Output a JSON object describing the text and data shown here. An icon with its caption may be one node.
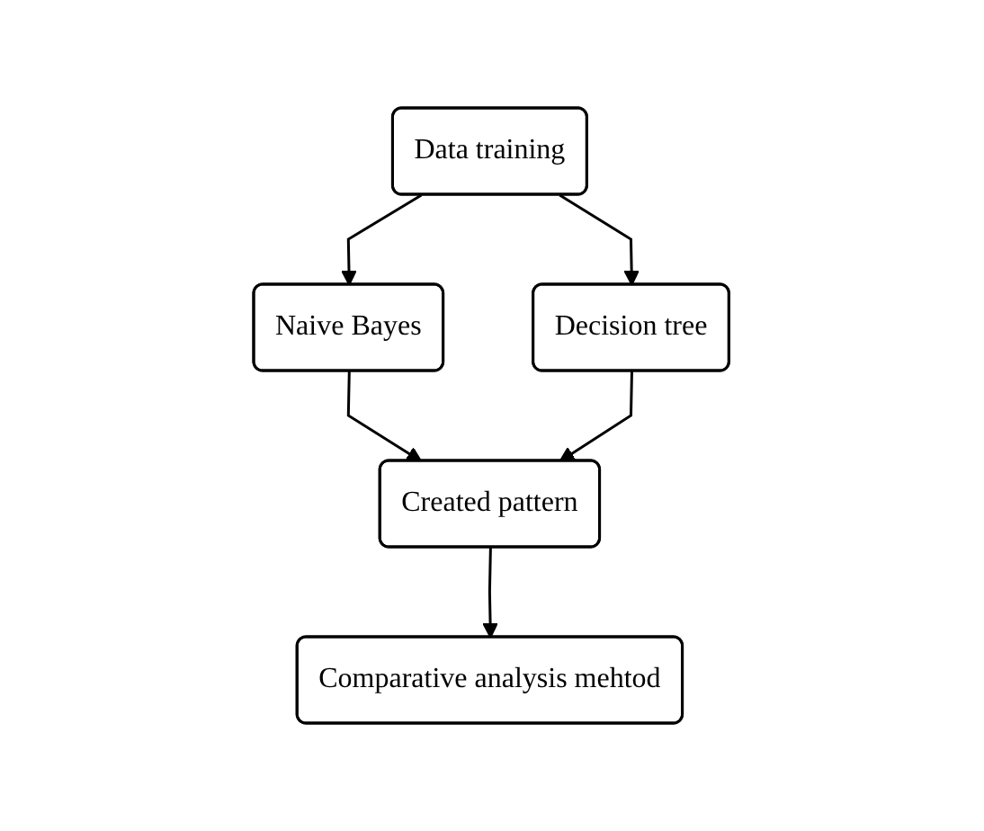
{
  "diagram": {
    "nodes": [
      {
        "text": [
          "Data training"
        ]
      },
      {
        "text": [
          "Naive Bayes"
        ]
      },
      {
        "text": [
          "Decision tree"
        ]
      },
      {
        "text": [
          "Created pattern"
        ]
      },
      {
        "text": [
          "Comparative analysis mehtod"
        ]
      }
    ],
    "edges": [
      {
        "from": 0,
        "to": 1,
        "arrow": "to"
      },
      {
        "from": 0,
        "to": 2,
        "arrow": "to"
      },
      {
        "from": 1,
        "to": 3,
        "arrow": "to"
      },
      {
        "from": 2,
        "to": 3,
        "arrow": "to"
      },
      {
        "from": 3,
        "to": 4,
        "arrow": "to"
      }
    ]
  }
}
